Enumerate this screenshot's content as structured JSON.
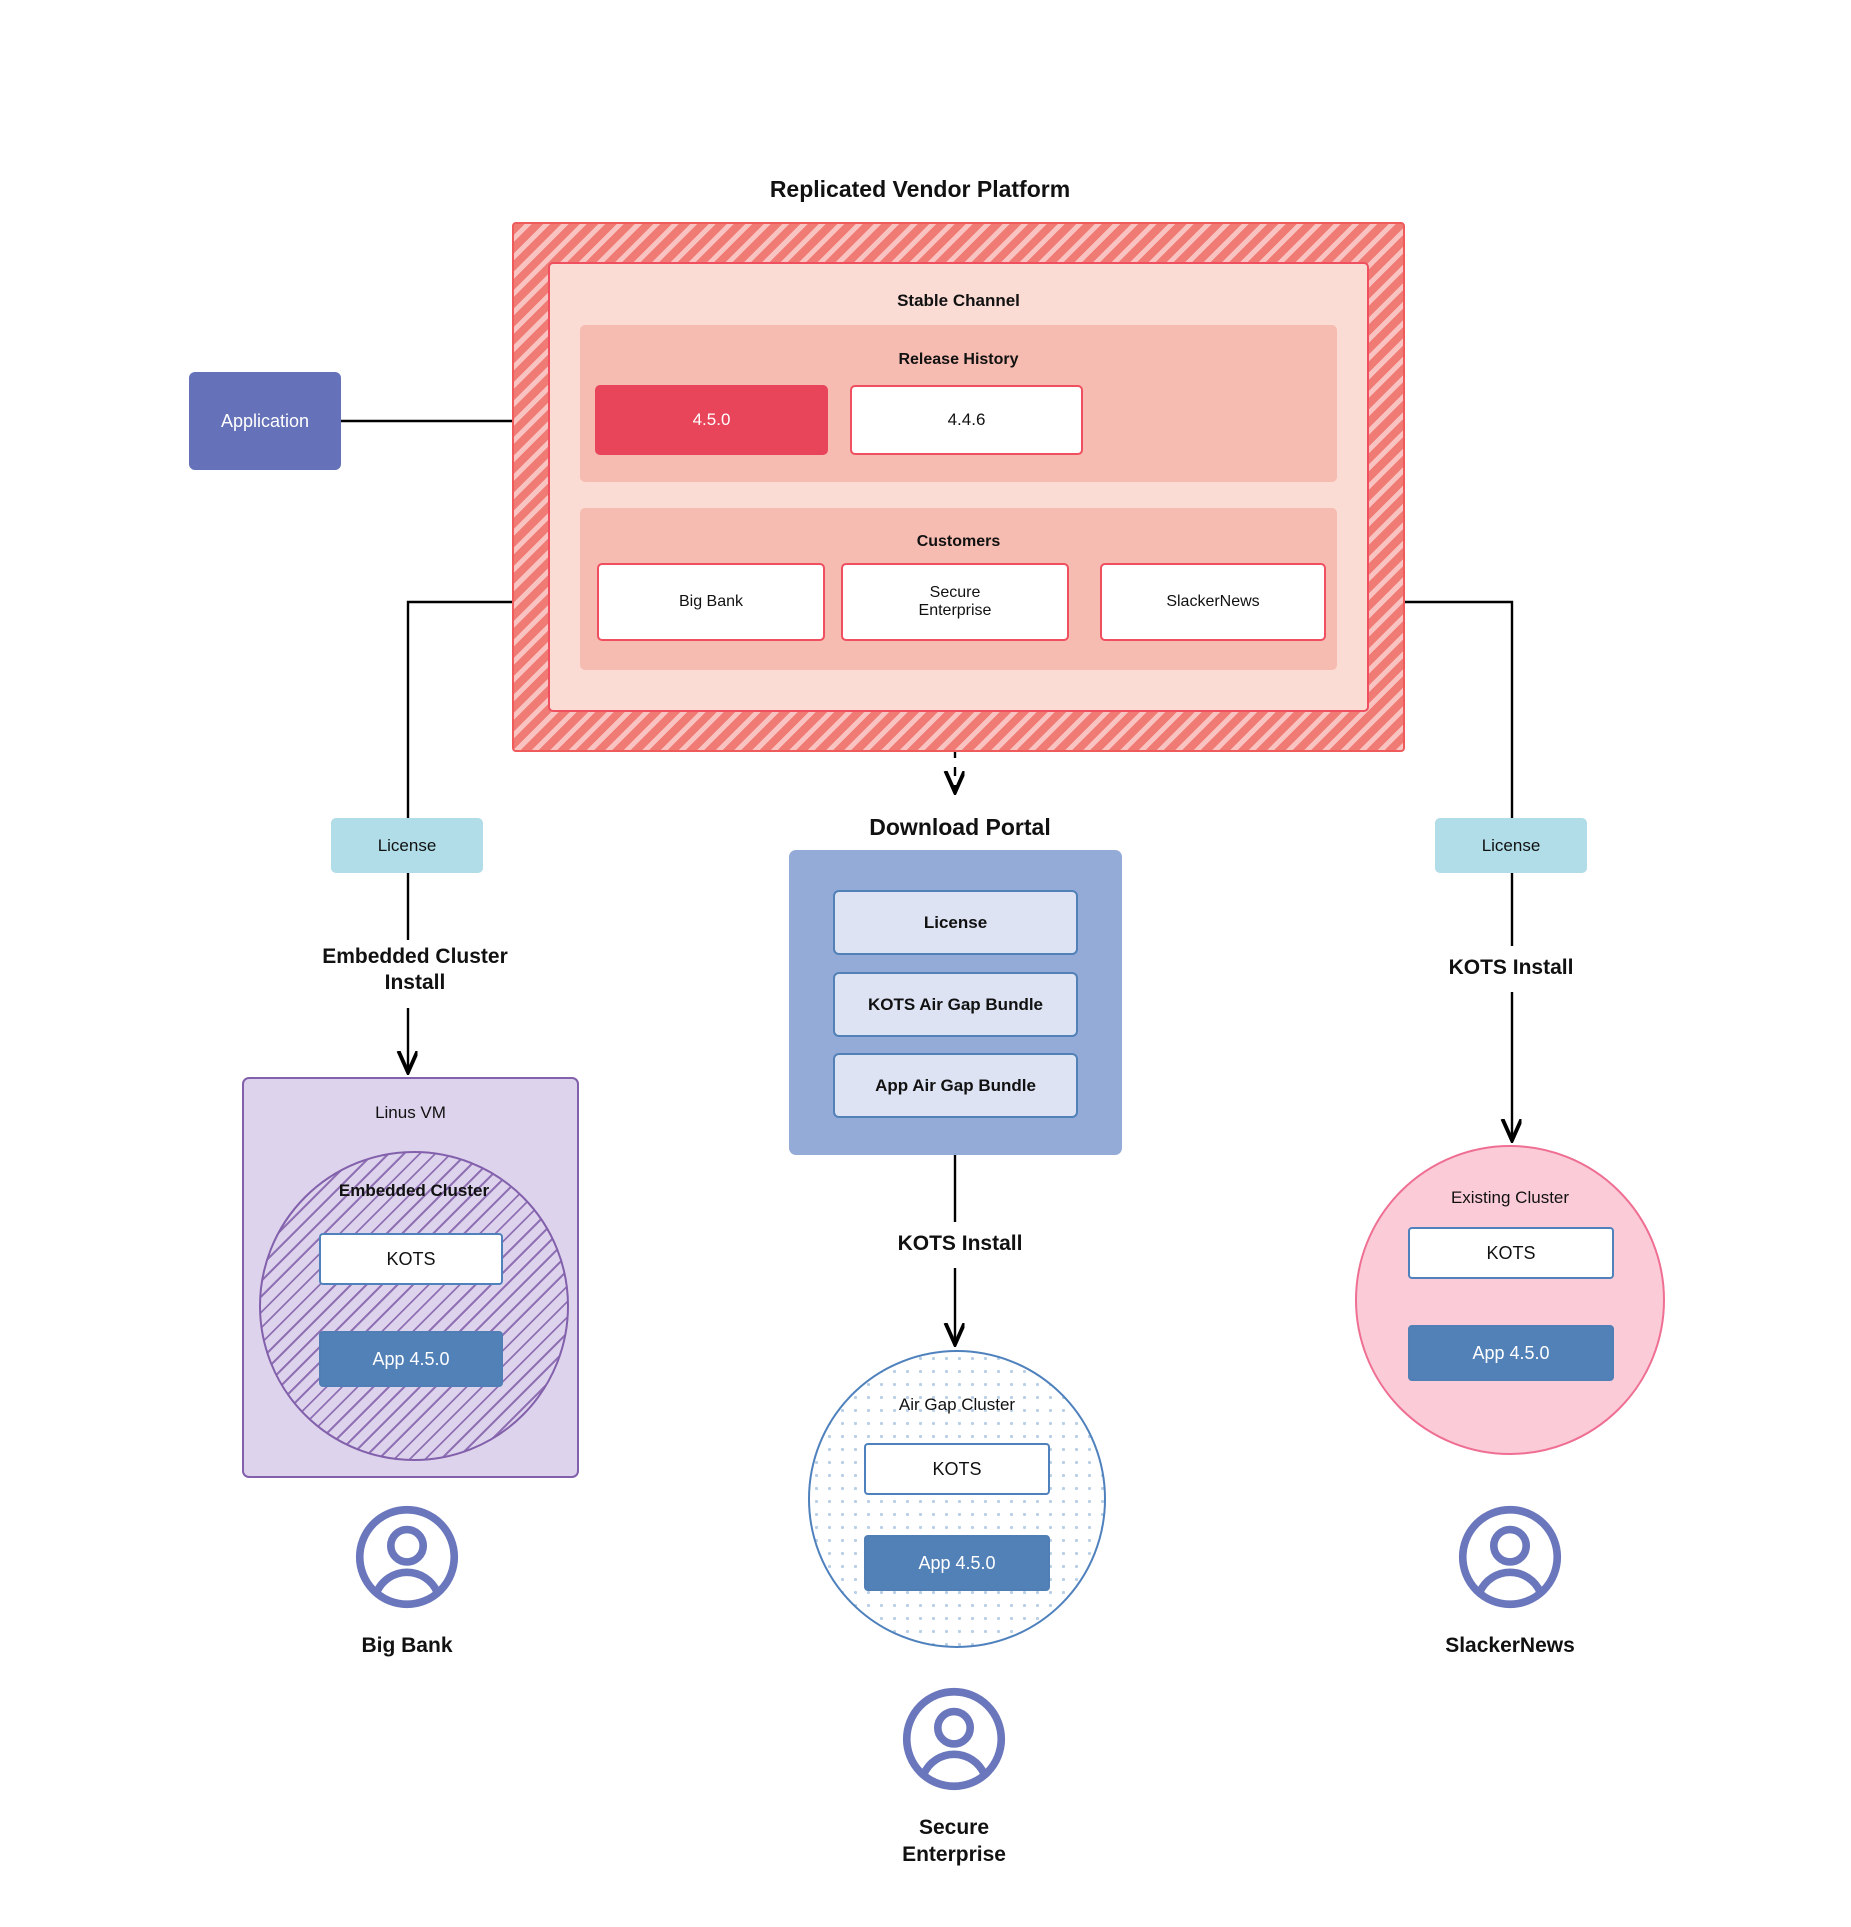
{
  "diagram": {
    "title": "Replicated Vendor Platform",
    "download_portal_title": "Download  Portal"
  },
  "application": {
    "label": "Application"
  },
  "vendor_platform": {
    "stable_channel": {
      "label": "Stable Channel",
      "release_history": {
        "label": "Release History",
        "releases": [
          {
            "version": "4.5.0",
            "state": "current",
            "color": "#e8455b"
          },
          {
            "version": "4.4.6",
            "state": "previous",
            "color": "#ffffff"
          }
        ]
      },
      "customers": {
        "label": "Customers",
        "items": [
          {
            "name": "Big Bank"
          },
          {
            "name": "Secure\nEnterprise"
          },
          {
            "name": "SlackerNews"
          }
        ]
      }
    }
  },
  "licenses": {
    "left_label": "License",
    "right_label": "License"
  },
  "edge_labels": {
    "embedded_cluster_install": "Embedded Cluster\nInstall",
    "kots_install_center": "KOTS Install",
    "kots_install_right": "KOTS Install"
  },
  "download_portal": {
    "items": [
      {
        "label": "License"
      },
      {
        "label": "KOTS Air Gap Bundle"
      },
      {
        "label": "App Air Gap Bundle"
      }
    ]
  },
  "left_branch": {
    "host_label": "Linus VM",
    "cluster_label": "Embedded Cluster",
    "kots_label": "KOTS",
    "app_label": "App 4.5.0",
    "persona": "Big Bank",
    "persona_icon": "user-avatar-icon"
  },
  "center_branch": {
    "cluster_label": "Air Gap Cluster",
    "kots_label": "KOTS",
    "app_label": "App 4.5.0",
    "persona": "Secure\nEnterprise",
    "persona_icon": "user-avatar-icon"
  },
  "right_branch": {
    "cluster_label": "Existing Cluster",
    "kots_label": "KOTS",
    "app_label": "App 4.5.0",
    "persona": "SlackerNews",
    "persona_icon": "user-avatar-icon"
  },
  "colors": {
    "platform_hatch": "#f07a74",
    "platform_border": "#ef5a5a",
    "channel_bg": "#fbdcd5",
    "panel_bg": "#f7bcb1",
    "release_current": "#e8455b",
    "application_blue": "#6571b8",
    "license_teal": "#b0dde8",
    "portal_blue": "#94abd8",
    "portal_item_bg": "#dde3f3",
    "vm_purple": "#ddd3ec",
    "vm_border": "#8260ab",
    "cluster_pink": "#fbccd8",
    "cluster_pink_border": "#ef6f93",
    "app_blue": "#5281b8",
    "kots_border": "#4f81bd",
    "persona_purple": "#6b77bc"
  }
}
